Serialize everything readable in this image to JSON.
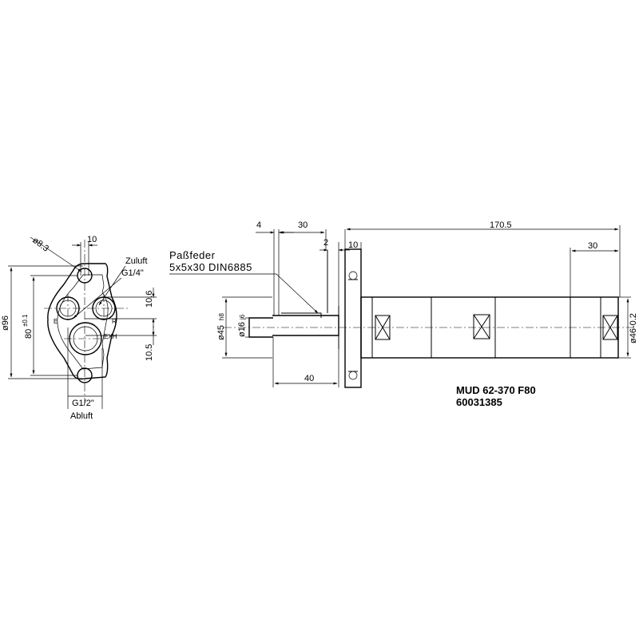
{
  "left_view": {
    "dim_top_width": "10",
    "dim_hole_dia": "ø8.3",
    "inlet_label": "Zuluft",
    "inlet_thread": "G1/4\"",
    "dim_overall_height": "ø96",
    "dim_hole_spacing_value": "80",
    "dim_hole_spacing_tol": "±0.1",
    "dim_upper_offset": "10.6",
    "dim_lower_offset": "10.5",
    "port_left_mark": "E",
    "port_right_mark": "R",
    "port_exh_mark": "EXH",
    "outlet_thread": "G1/2\"",
    "outlet_label": "Abluft"
  },
  "right_view": {
    "dim_key_width": "4",
    "dim_flange_offset": "30",
    "dim_gap": "2",
    "dim_flange_thickness": "10",
    "dim_total_length": "170.5",
    "dim_end_segment": "30",
    "key_label_line1": "Paßfeder",
    "key_label_line2": "5x5x30  DIN6885",
    "dim_pilot_dia": "ø45",
    "dim_pilot_tol": "h8",
    "dim_shaft_dia": "ø16",
    "dim_shaft_tol": "j6",
    "dim_shaft_length": "40",
    "dim_body_dia": "ø46-0.2"
  },
  "title_block": {
    "model": "MUD 62-370 F80",
    "part_number": "60031385"
  }
}
